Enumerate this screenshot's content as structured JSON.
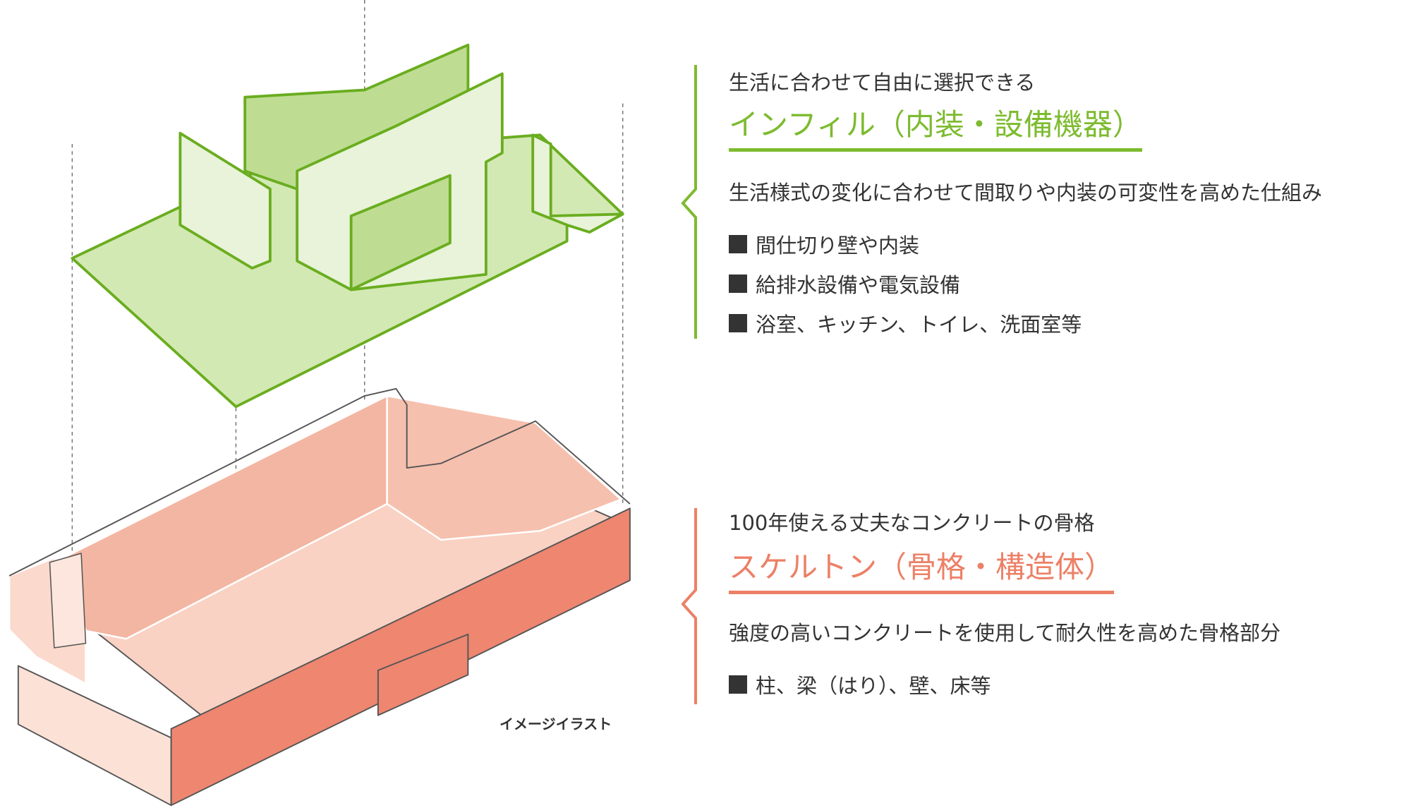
{
  "colors": {
    "infill": "#7dbb2f",
    "skeleton": "#ec8066",
    "text": "#333333"
  },
  "infill": {
    "lead": "生活に合わせて自由に選択できる",
    "title": "インフィル（内装・設備機器）",
    "description": "生活様式の変化に合わせて間取りや内装の可変性を高めた仕組み",
    "items": [
      "間仕切り壁や内装",
      "給排水設備や電気設備",
      "浴室、キッチン、トイレ、洗面室等"
    ]
  },
  "skeleton": {
    "lead": "100年使える丈夫なコンクリートの骨格",
    "title": "スケルトン（骨格・構造体）",
    "description": "強度の高いコンクリートを使用して耐久性を高めた骨格部分",
    "items": [
      "柱、梁（はり）、壁、床等"
    ]
  },
  "caption": "イメージイラスト"
}
